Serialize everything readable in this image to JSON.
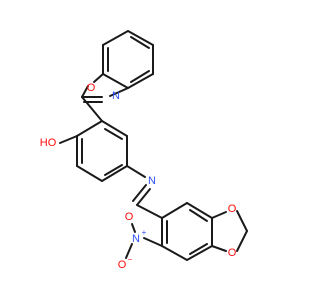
{
  "atoms": [
    {
      "label": "O"
    },
    {
      "label": "N"
    },
    {
      "label": "HO"
    },
    {
      "label": "N"
    },
    {
      "label": "O"
    },
    {
      "label": "O"
    },
    {
      "label": "N"
    },
    {
      "label": "O"
    },
    {
      "label": "O"
    }
  ],
  "charges": [
    "+",
    "−"
  ],
  "colors": {
    "bond": "#1a1a1a",
    "oxygen": "#ff0d0d",
    "nitrogen": "#3050f8",
    "background": "#ffffff"
  }
}
